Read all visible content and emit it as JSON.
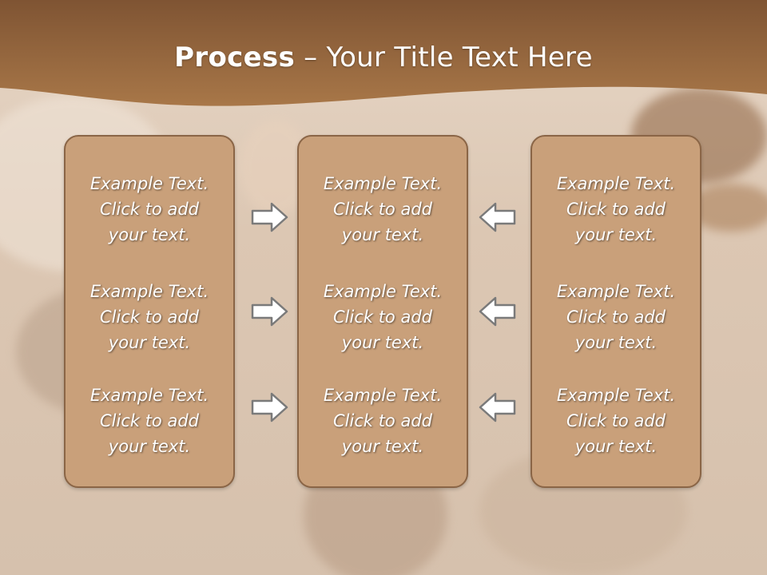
{
  "slide": {
    "title_bold": "Process",
    "title_rest": " – Your Title Text Here"
  },
  "columns": [
    {
      "items": [
        "Example Text.\nClick  to add\nyour text.",
        "Example Text.\nClick  to add\nyour text.",
        "Example Text.\nClick  to add\nyour text."
      ]
    },
    {
      "items": [
        "Example Text.\nClick  to add\nyour text.",
        "Example Text.\nClick  to add\nyour text.",
        "Example Text.\nClick  to add\nyour text."
      ]
    },
    {
      "items": [
        "Example Text.\nClick  to add\nyour text.",
        "Example Text.\nClick  to add\nyour text.",
        "Example Text.\nClick  to add\nyour text."
      ]
    }
  ],
  "arrows": {
    "left_group": [
      "right-arrow",
      "right-arrow",
      "right-arrow"
    ],
    "right_group": [
      "left-arrow",
      "left-arrow",
      "left-arrow"
    ]
  },
  "colors": {
    "header": "#9a6a3e",
    "box_fill": "#c9a07a",
    "box_border": "#8a6546"
  }
}
